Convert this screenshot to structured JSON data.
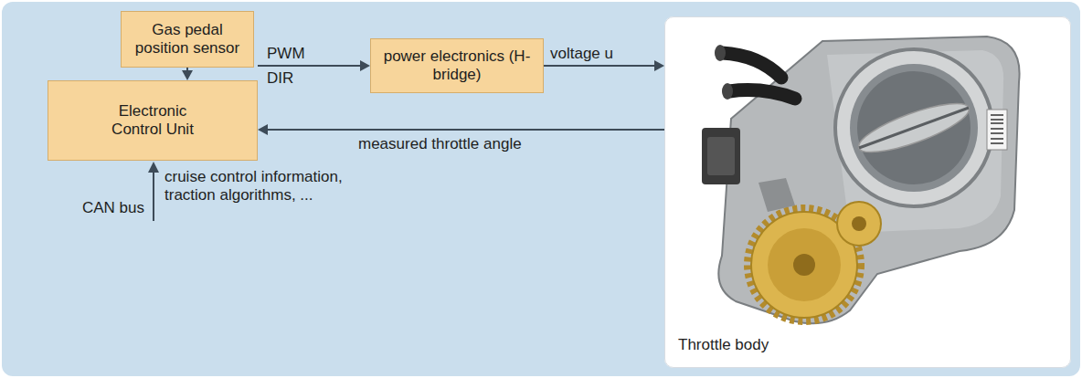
{
  "diagram": {
    "nodes": [
      {
        "text": [
          "Gas pedal position sensor"
        ]
      },
      {
        "text": [
          "Electronic Control Unit"
        ]
      },
      {
        "text": [
          "power electronics (H-bridge)"
        ]
      },
      {
        "text": [
          "Throttle body"
        ]
      }
    ],
    "edges": [
      {
        "from": 0,
        "to": 1,
        "arrow": "to"
      },
      {
        "from": 1,
        "to": 2,
        "label": "PWM",
        "arrow": "to"
      },
      {
        "from": 2,
        "to": 3,
        "label": "voltage u",
        "arrow": "to"
      },
      {
        "from": 3,
        "to": 1,
        "label": "measured throttle angle",
        "arrow": "to"
      }
    ],
    "labels": [
      "DIR",
      "CAN bus",
      "cruise control information, traction algorithms, ..."
    ]
  }
}
